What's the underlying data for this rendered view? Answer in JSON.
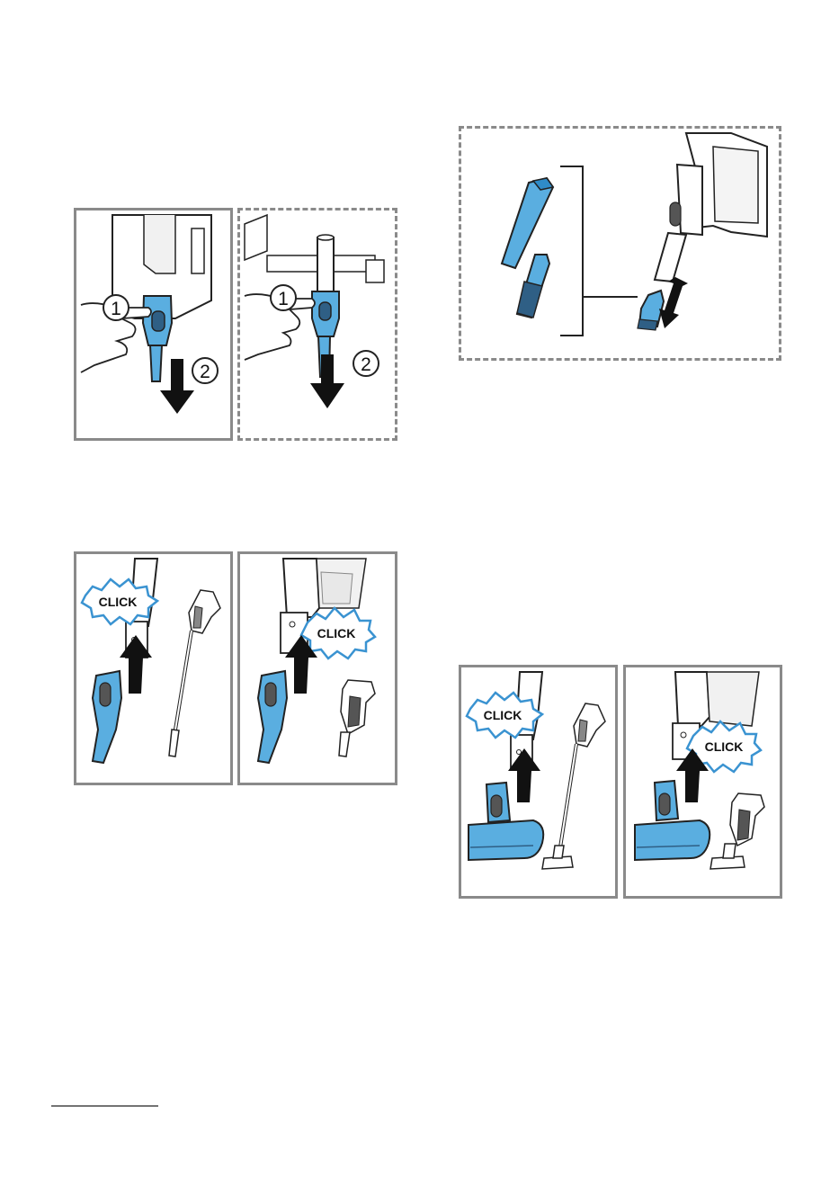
{
  "figures": {
    "remove_accessory": {
      "step_one": "1",
      "step_two": "2"
    },
    "click_label": "CLICK"
  },
  "colors": {
    "accessory_blue": "#5aaee0",
    "accessory_blue_dark": "#2f8cc8",
    "panel_border": "#8a8a8a",
    "outline": "#222222"
  }
}
